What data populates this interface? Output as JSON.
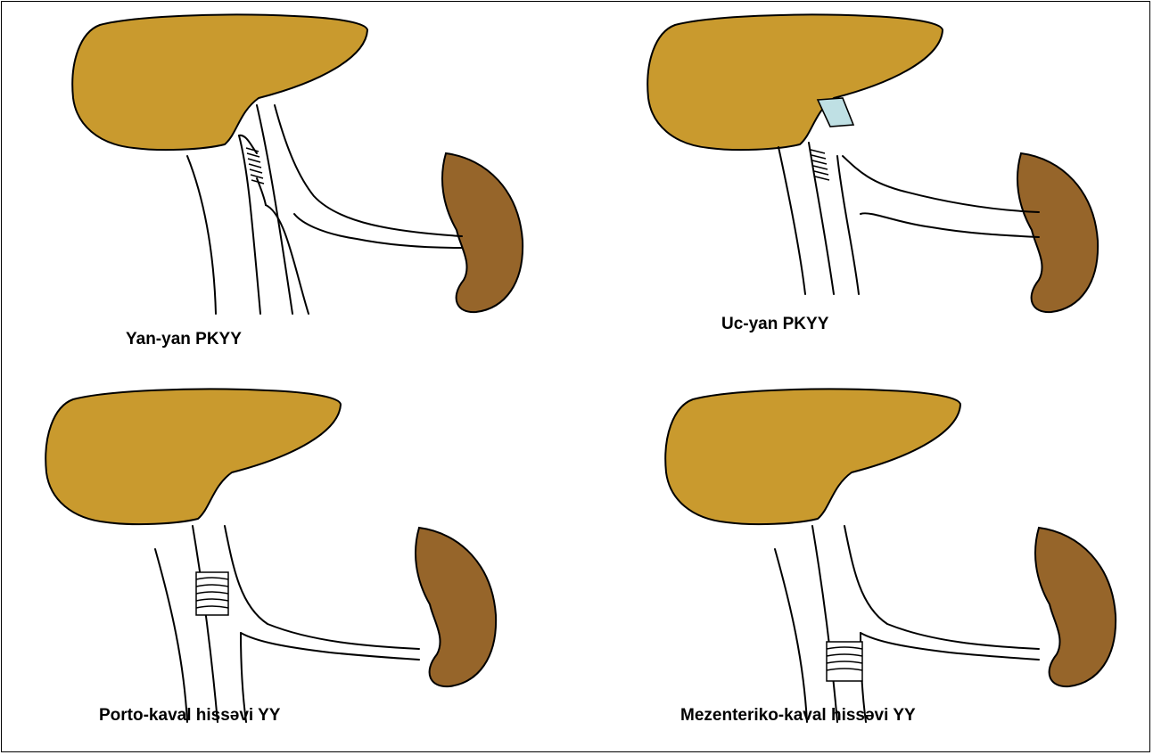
{
  "colors": {
    "liver": "#c99a2e",
    "spleen": "#96652a",
    "clamp": "#bfe0e4"
  },
  "panels": [
    {
      "caption": "Yan-yan PKYY"
    },
    {
      "caption": "Uc-yan PKYY"
    },
    {
      "caption": "Porto-kaval hissəvi YY"
    },
    {
      "caption": "Mezenteriko-kaval hissəvi YY"
    }
  ]
}
